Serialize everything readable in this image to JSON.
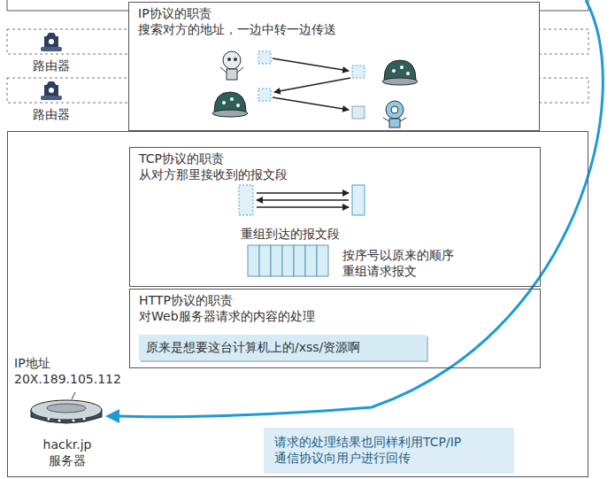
{
  "diagram": {
    "nodes": [
      {
        "text": [
          "IP协议的职责",
          "搜索对方的地址，一边中转一边传送"
        ]
      },
      {
        "text": [
          "IP地址 20X.189.105.112",
          "hackr.jp 服务器"
        ]
      },
      {
        "text": [
          "TCP协议的职责",
          "从对方那里接收到的报文段",
          "重组到达的报文段",
          "按序号以原来的顺序 重组请求报文"
        ],
        "in": 1
      },
      {
        "text": [
          "HTTP协议的职责",
          "对Web服务器请求的内容的处理"
        ],
        "in": 1
      },
      {
        "text": [
          "原来是想要这台计算机上的/xss/资源啊"
        ],
        "in": 3
      },
      {
        "text": [
          "请求的处理结果也同样利用TCP/IP 通信协议向用户进行回传"
        ],
        "in": 1
      }
    ],
    "labels": [
      "路由器",
      "路由器"
    ]
  }
}
